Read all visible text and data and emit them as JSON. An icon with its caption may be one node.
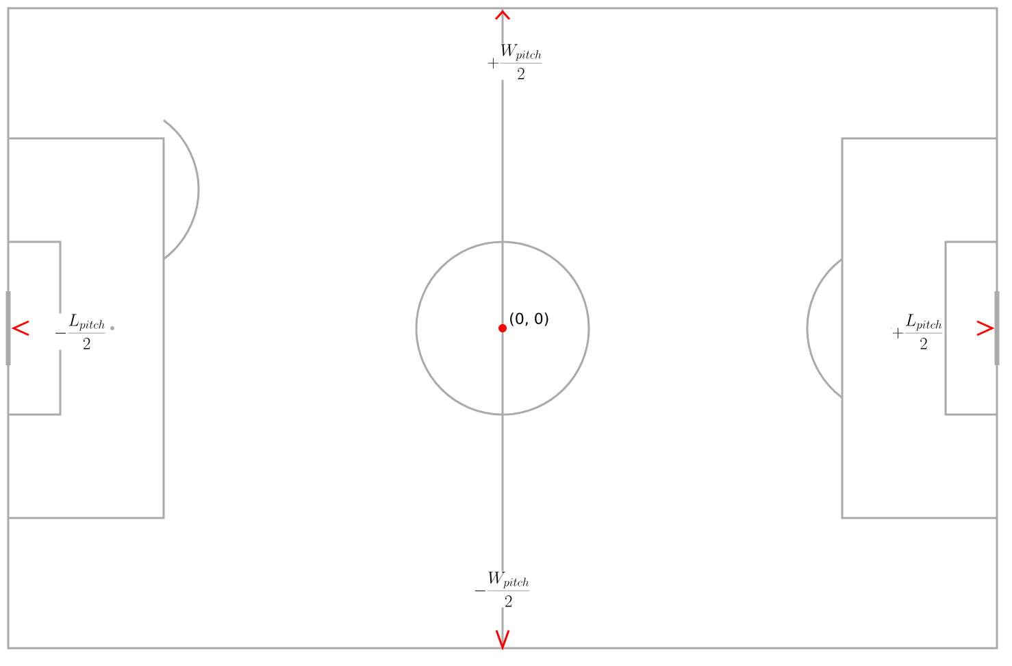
{
  "diagram": {
    "labels": [
      "+\\frac{W_{pitch}}{2}",
      "-\\frac{L_{pitch}}{2}",
      "(0, 0)",
      "+\\frac{L_{pitch}}{2}",
      "-\\frac{W_{pitch}}{2}"
    ]
  }
}
